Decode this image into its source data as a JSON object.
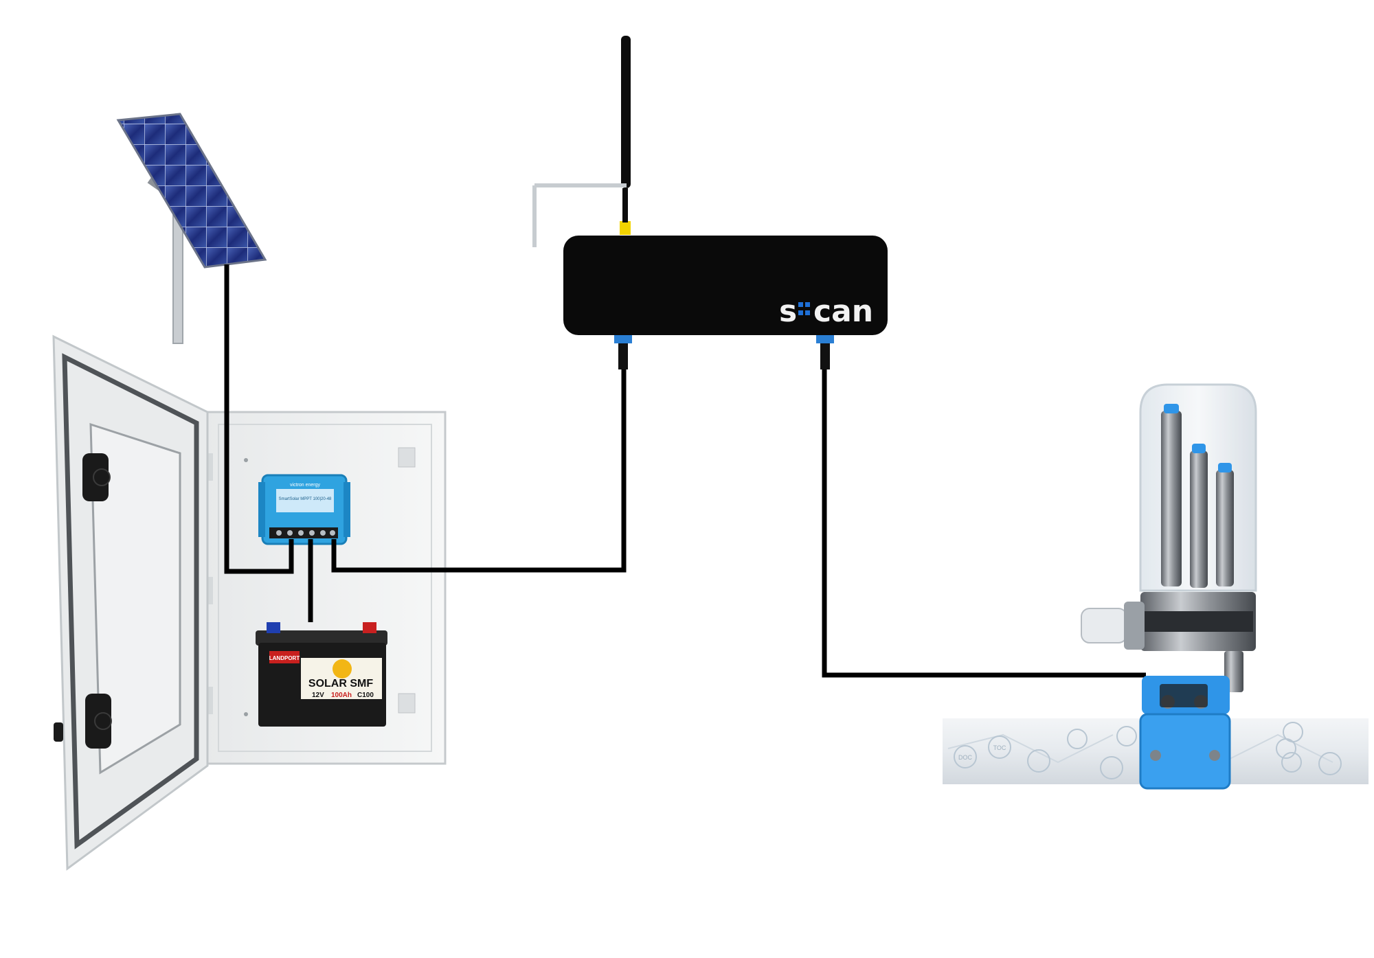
{
  "diagram": {
    "components": {
      "solar_panel": {
        "name": "solar-panel"
      },
      "enclosure": {
        "name": "electrical-enclosure"
      },
      "charge_controller": {
        "name": "charge-controller",
        "brand": "victron energy",
        "model": "SmartSolar MPPT 100|20-48",
        "color": "#2fa3e0"
      },
      "battery": {
        "name": "battery",
        "brand": "LANDPORT",
        "label_main": "SOLAR SMF",
        "label_sub_left": "12V",
        "label_sub_mid": "100Ah",
        "label_sub_right": "C100",
        "color": "#1a1a1a"
      },
      "antenna": {
        "name": "antenna"
      },
      "controller": {
        "name": "scan-controller",
        "logo_text_left": "s",
        "logo_text_right": "can",
        "color": "#0a0a0a",
        "accent": "#1e6fd6"
      },
      "probe": {
        "name": "multi-parameter-probe",
        "accent": "#2f95e8"
      },
      "pipe": {
        "name": "pipe",
        "bubbles": [
          "DOC",
          "TOC",
          "",
          "",
          "",
          "",
          "",
          "",
          "",
          ""
        ]
      }
    },
    "colors": {
      "cable": "#000000",
      "connector": "#2a7fd4",
      "antenna_base": "#f2d300"
    }
  }
}
